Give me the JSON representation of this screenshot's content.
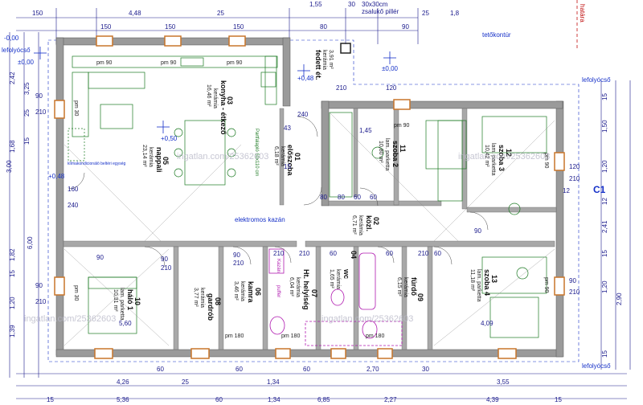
{
  "colors": {
    "wall": "#7a7a7a",
    "wall_fill": "#9a9a9a",
    "dim": "#1a1a8c",
    "blue": "#1530c8",
    "green": "#1c7a22",
    "red": "#c01010",
    "window": "#c8752a",
    "magenta": "#b01ab0"
  },
  "top_dims": {
    "row1": [
      "150",
      "4,48",
      "25",
      "1,55",
      "30",
      "25",
      "1,8"
    ],
    "row2": [
      "150",
      "150",
      "150",
      "80",
      "90"
    ],
    "top_notes": [
      "30x30cm",
      "zsalukő pillér"
    ]
  },
  "left_dims": [
    "2,42",
    "3,25",
    "25",
    "1,68",
    "3,00",
    "15",
    "6,00",
    "1,82",
    "15",
    "1,20",
    "1,39"
  ],
  "left_small": [
    "90",
    "210",
    "90",
    "210"
  ],
  "right_dims": [
    "15",
    "1,50",
    "1,20",
    "12",
    "2,41",
    "15",
    "1,20",
    "2,90",
    "15"
  ],
  "right_small": [
    "120",
    "210",
    "90",
    "210"
  ],
  "bottom_dims": {
    "row1": [
      "60",
      "60",
      "60",
      "2,70",
      "30",
      "3,55"
    ],
    "row2": [
      "4,26",
      "25",
      "1,34"
    ],
    "row3": [
      "15",
      "5,36",
      "60",
      "1,34",
      "6,85",
      "2,27",
      "4,39",
      "15"
    ]
  },
  "levels": [
    "±0,00",
    "+0,48",
    "+0,50",
    "+0,48",
    "±0,00",
    "-0,00"
  ],
  "labels": {
    "tetokontur": "tetőkontúr",
    "lefolyocso": "lefolyócső",
    "lefolyocso2": "lefolyócső",
    "lefolyocso3": "lefolyócső",
    "fedett_et": "fedett ét.",
    "fedett_sub": "kerámia",
    "fedett_area": "3,91 m²",
    "klima": "klímakondicionáló\nbeltéri egység",
    "elektromos": "elektromos\nkazán",
    "c1": "C1",
    "hatara": "határa"
  },
  "rooms": [
    {
      "num": "03",
      "name": "konyha - étkező",
      "floor": "kerámia",
      "area": "16,46 m²"
    },
    {
      "num": "05",
      "name": "nappali",
      "floor": "kerámia",
      "area": "23,14 m²"
    },
    {
      "num": "01",
      "name": "előszoba",
      "floor": "kerámia",
      "area": "6,18 m²"
    },
    {
      "num": "11",
      "name": "szoba 2",
      "floor": "lam. parketta",
      "area": "10,80 m²"
    },
    {
      "num": "12",
      "name": "szoba 3",
      "floor": "lam. parketta",
      "area": "10,42 m²"
    },
    {
      "num": "02",
      "name": "közl.",
      "floor": "kerámia",
      "area": "6,71 m²"
    },
    {
      "num": "10",
      "name": "háló 1",
      "floor": "lam. parketta",
      "area": "10,31 m²"
    },
    {
      "num": "08",
      "name": "gardrób",
      "floor": "kerámia",
      "area": "3,77 m²"
    },
    {
      "num": "06",
      "name": "kamra",
      "floor": "kerámia",
      "area": "3,46 m²"
    },
    {
      "num": "07",
      "name": "Ht. helyiség",
      "floor": "kerámia",
      "area": "6,04 m²"
    },
    {
      "num": "04",
      "name": "wc",
      "floor": "kerámia",
      "area": "1,65 m²"
    },
    {
      "num": "09",
      "name": "fürdő",
      "floor": "kerámia",
      "area": "6,15 m²"
    },
    {
      "num": "13",
      "name": "szoba 4",
      "floor": "lam. parketta",
      "area": "11,18 m²"
    }
  ],
  "pm_labels": [
    "pm 90",
    "pm 90",
    "pm 90",
    "pm 30",
    "pm 90",
    "pm 90",
    "pm 30",
    "pm 180",
    "pm 180",
    "pm 180",
    "pm 90"
  ],
  "door_dims": [
    "90",
    "210",
    "90",
    "210",
    "210",
    "90",
    "60",
    "80",
    "60",
    "210",
    "60",
    "210",
    "90",
    "80",
    "60",
    "60",
    "240",
    "120",
    "210",
    "160",
    "240"
  ],
  "misc": {
    "partfalaplo": "Partfalapló\n60x110 cm",
    "puffer": "puffer",
    "kazan": "Kazán",
    "n43": "43",
    "n15": "15",
    "n12": "12",
    "n1": "1,45",
    "n409": "4,09",
    "n560": "5,60"
  },
  "watermark": [
    "ingatlan.com/25362603",
    "ingatlan.com/25362603",
    "ingatlan.com/25362603",
    "ingatlan.com/25362603"
  ]
}
